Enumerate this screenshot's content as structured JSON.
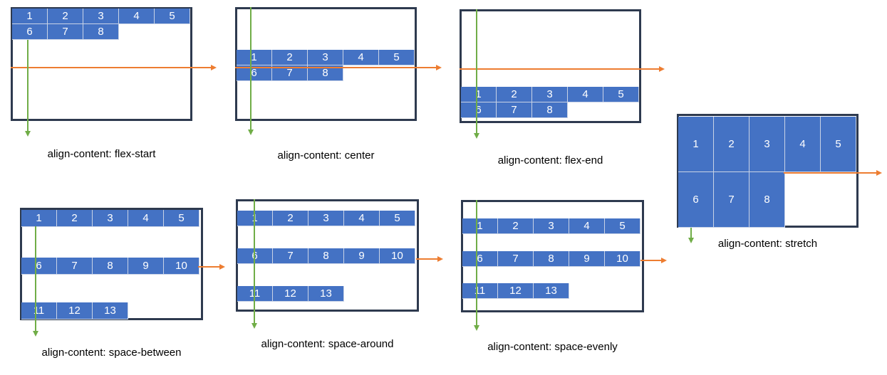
{
  "colors": {
    "item_fill": "#4472c4",
    "container_border": "#2e3a4f",
    "main_axis_arrow": "#ed7d31",
    "cross_axis_arrow": "#70ad47"
  },
  "panels": [
    {
      "id": "flex-start",
      "caption": "align-content: flex-start",
      "items": [
        "1",
        "2",
        "3",
        "4",
        "5",
        "6",
        "7",
        "8"
      ]
    },
    {
      "id": "center",
      "caption": "align-content: center",
      "items": [
        "1",
        "2",
        "3",
        "4",
        "5",
        "6",
        "7",
        "8"
      ]
    },
    {
      "id": "flex-end",
      "caption": "align-content: flex-end",
      "items": [
        "1",
        "2",
        "3",
        "4",
        "5",
        "6",
        "7",
        "8"
      ]
    },
    {
      "id": "stretch",
      "caption": "align-content: stretch",
      "items": [
        "1",
        "2",
        "3",
        "4",
        "5",
        "6",
        "7",
        "8"
      ]
    },
    {
      "id": "space-between",
      "caption": "align-content: space-between",
      "items": [
        "1",
        "2",
        "3",
        "4",
        "5",
        "6",
        "7",
        "8",
        "9",
        "10",
        "11",
        "12",
        "13"
      ]
    },
    {
      "id": "space-around",
      "caption": "align-content: space-around",
      "items": [
        "1",
        "2",
        "3",
        "4",
        "5",
        "6",
        "7",
        "8",
        "9",
        "10",
        "11",
        "12",
        "13"
      ]
    },
    {
      "id": "space-evenly",
      "caption": "align-content: space-evenly",
      "items": [
        "1",
        "2",
        "3",
        "4",
        "5",
        "6",
        "7",
        "8",
        "9",
        "10",
        "11",
        "12",
        "13"
      ]
    }
  ]
}
